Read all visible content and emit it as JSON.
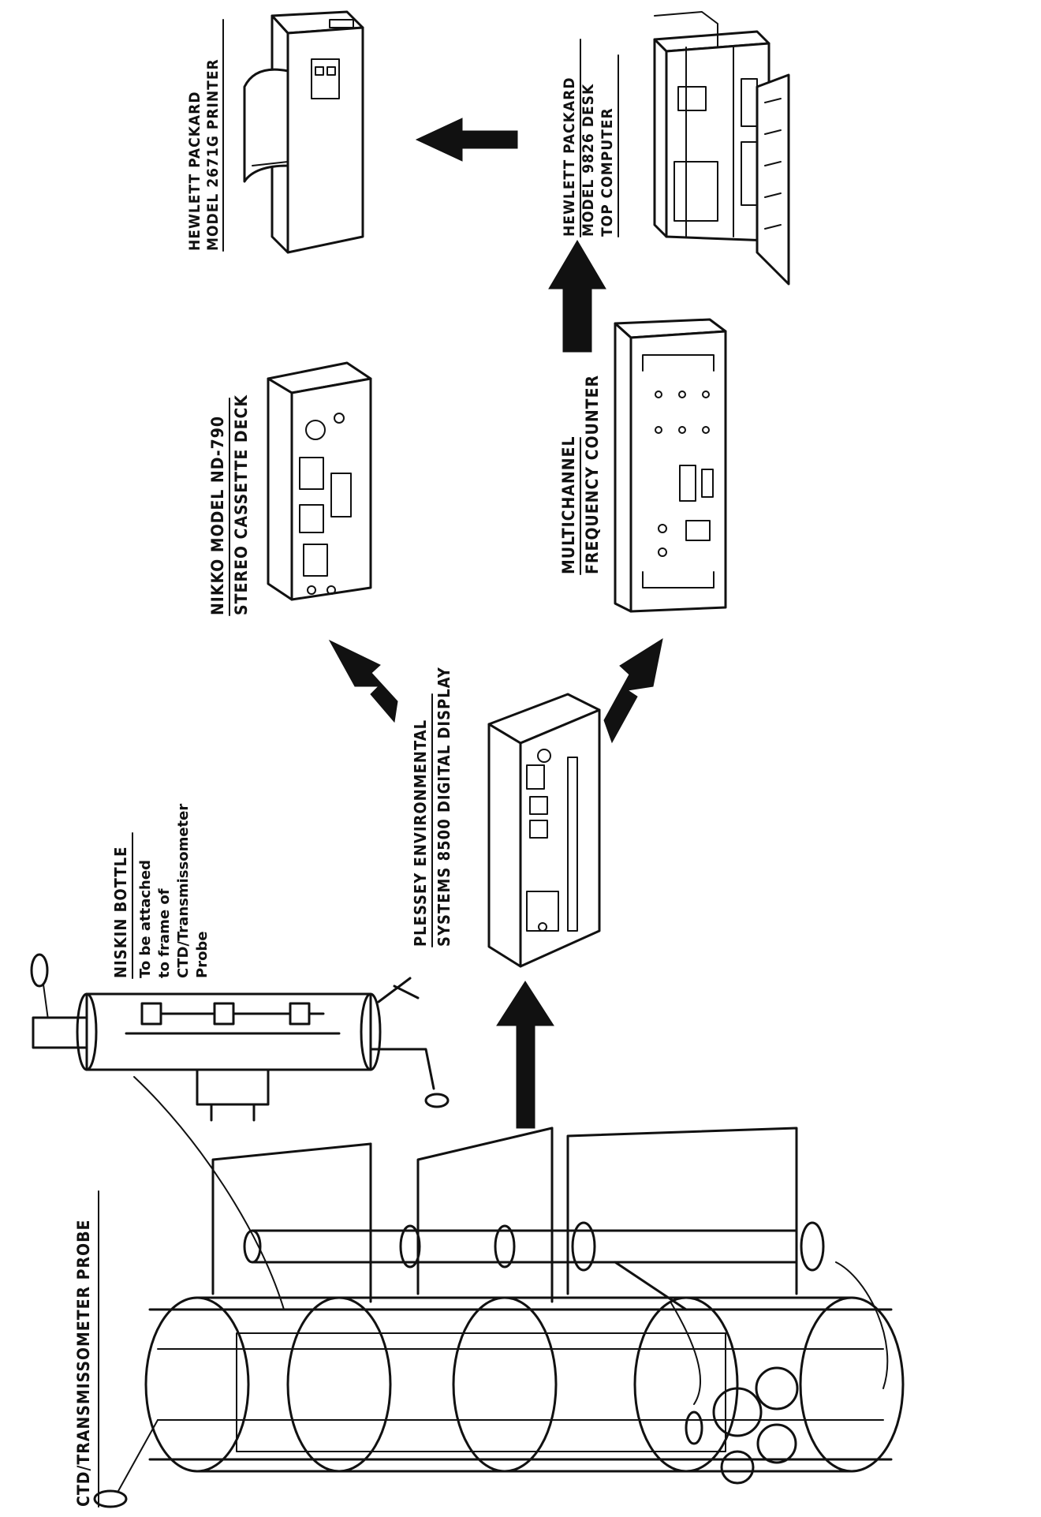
{
  "labels": {
    "ctd_probe": "CTD/TRANSMISSOMETER PROBE",
    "niskin_title": "NISKIN BOTTLE",
    "niskin_line1": "To be attached",
    "niskin_line2": "to frame of",
    "niskin_line3": "CTD/Transmissometer",
    "niskin_line4": "Probe",
    "plessey_line1": "PLESSEY ENVIRONMENTAL",
    "plessey_line2": "SYSTEMS 8500 DIGITAL DISPLAY",
    "nikko_line1": "NIKKO MODEL ND-790",
    "nikko_line2": "STEREO CASSETTE DECK",
    "counter_line1": "MULTICHANNEL",
    "counter_line2": "FREQUENCY COUNTER",
    "printer_line1": "HEWLETT PACKARD",
    "printer_line2": "MODEL 2671G PRINTER",
    "computer_line1": "HEWLETT PACKARD",
    "computer_line2": "MODEL 9826 DESK",
    "computer_line3": "TOP COMPUTER"
  },
  "flow": [
    {
      "from": "CTD/TRANSMISSOMETER PROBE",
      "to": "PLESSEY ENVIRONMENTAL SYSTEMS 8500 DIGITAL DISPLAY"
    },
    {
      "from": "PLESSEY ENVIRONMENTAL SYSTEMS 8500 DIGITAL DISPLAY",
      "to": "NIKKO MODEL ND-790 STEREO CASSETTE DECK"
    },
    {
      "from": "PLESSEY ENVIRONMENTAL SYSTEMS 8500 DIGITAL DISPLAY",
      "to": "MULTICHANNEL FREQUENCY COUNTER"
    },
    {
      "from": "MULTICHANNEL FREQUENCY COUNTER",
      "to": "HEWLETT PACKARD MODEL 9826 DESK TOP COMPUTER"
    },
    {
      "from": "HEWLETT PACKARD MODEL 9826 DESK TOP COMPUTER",
      "to": "HEWLETT PACKARD MODEL 2671G PRINTER"
    }
  ],
  "colors": {
    "ink": "#111111",
    "paper": "#ffffff"
  }
}
